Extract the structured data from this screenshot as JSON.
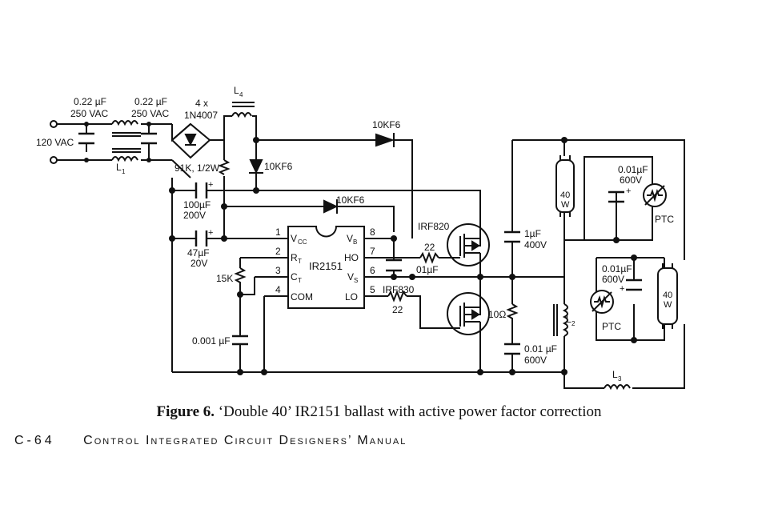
{
  "labels": {
    "cap_in1_value": "0.22 µF",
    "cap_in1_voltage": "250 VAC",
    "cap_in2_value": "0.22 µF",
    "cap_in2_voltage": "250 VAC",
    "bridge_count": "4 x",
    "bridge_part": "1N4007",
    "input_voltage": "120 VAC",
    "l1": "L",
    "l1_sub": "1",
    "l4": "L",
    "l4_sub": "4",
    "r_startup": "91K, 1/2W",
    "diode_top": "10KF6",
    "diode_side": "10KF6",
    "diode_boot": "10KF6",
    "cap_vcc_value": "100µF",
    "cap_vcc_voltage": "200V",
    "cap_47_value": "47µF",
    "cap_47_voltage": "20V",
    "ic_name": "IR2151",
    "pin_vcc": "V",
    "pin_vcc_sub": "CC",
    "pin_rt": "R",
    "pin_rt_sub": "T",
    "pin_ct": "C",
    "pin_ct_sub": "T",
    "pin_com": "COM",
    "pin_vb": "V",
    "pin_vb_sub": "B",
    "pin_ho": "HO",
    "pin_vs": "V",
    "pin_vs_sub": "S",
    "pin_lo": "LO",
    "pin1": "1",
    "pin2": "2",
    "pin3": "3",
    "pin4": "4",
    "pin5": "5",
    "pin6": "6",
    "pin7": "7",
    "pin8": "8",
    "r_timing": "15K",
    "cap_timing": "0.001 µF",
    "mosfet_high": "IRF820",
    "mosfet_low": "IRF830",
    "r_gate_high": "22",
    "cap_boot": "01µF",
    "r_gate_low": "22",
    "cap_1u_value": "1µF",
    "cap_1u_voltage": "400V",
    "r_snubber": "10Ω",
    "cap_snub_value": "0.01 µF",
    "cap_snub_voltage": "600V",
    "l2": "L",
    "l2_sub": "2",
    "l3": "L",
    "l3_sub": "3",
    "lamp1_power": "40",
    "lamp1_unit": "W",
    "lamp2_power": "40",
    "lamp2_unit": "W",
    "cap_lamp1_value": "0.01µF",
    "cap_lamp1_voltage": "600V",
    "cap_lamp2_value": "0.01µF",
    "cap_lamp2_voltage": "600V",
    "ptc1": "PTC",
    "ptc2": "PTC",
    "plus": "+"
  },
  "caption": {
    "figure": "Figure 6.",
    "text": "‘Double 40’ IR2151 ballast with active power factor correction"
  },
  "footer": {
    "page": "C-64",
    "manual": "Control Integrated Circuit Designers’ Manual"
  }
}
